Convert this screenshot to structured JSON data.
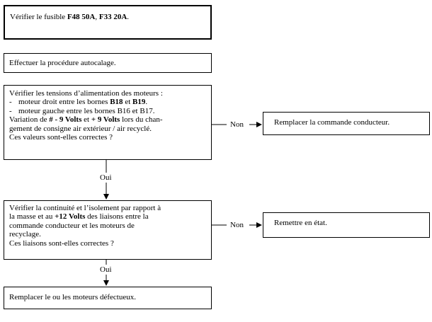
{
  "steps": {
    "step1": {
      "prefix": "Vérifier le fusible ",
      "fuse1": "F48 50A",
      "sep": ", ",
      "fuse2": "F33 20A",
      "suffix": "."
    },
    "step2": {
      "text": "Effectuer la procédure autocalage."
    },
    "step3": {
      "line1": "Vérifier les tensions d’alimentation des moteurs :",
      "bullet_mark": "-",
      "bullet1_prefix": "moteur droit entre les bornes ",
      "bullet1_b1": "B18",
      "bullet1_mid": " et ",
      "bullet1_b2": "B19",
      "bullet1_suffix": ".",
      "bullet2": "moteur gauche entre les bornes B16 et B17.",
      "var_prefix": "Variation de ",
      "var_v1": "# - 9 Volts",
      "var_mid": " et ",
      "var_v2": "+ 9 Volts",
      "var_suffix": " lors du chan-",
      "line5": "gement de consigne air extérieur / air recyclé.",
      "question": "Ces valeurs sont-elles correctes ?"
    },
    "step4": {
      "text": "Remplacer la commande conducteur."
    },
    "step5": {
      "line1": "Vérifier la continuité et l’isolement par rapport à",
      "line2_prefix": "la masse et au ",
      "line2_volts": "+12 Volts",
      "line2_suffix": " des liaisons entre la",
      "line3": "commande conducteur et les moteurs de",
      "line4": "recyclage.",
      "question": "Ces liaisons sont-elles correctes ?"
    },
    "step6": {
      "text": "Remettre en état."
    },
    "step7": {
      "text": "Remplacer le ou les moteurs défectueux."
    }
  },
  "labels": {
    "yes": "Oui",
    "no": "Non"
  }
}
